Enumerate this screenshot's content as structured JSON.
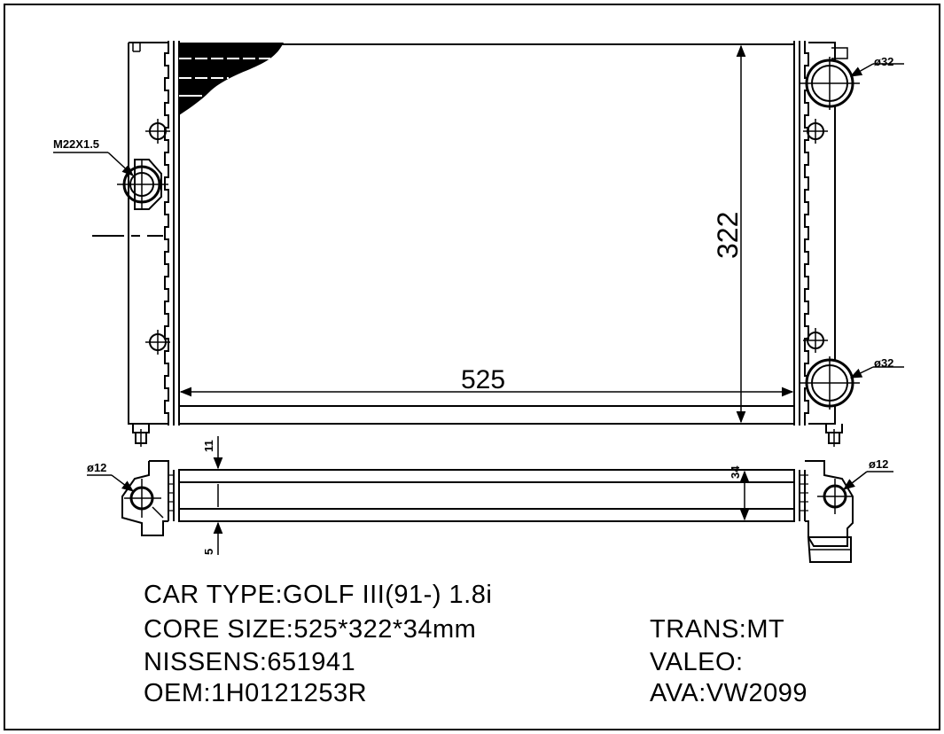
{
  "drawing": {
    "thread_label": "M22X1.5",
    "pipe_top_label": "ø32",
    "pipe_bottom_label": "ø32",
    "width_label": "525",
    "height_label": "322",
    "mount_left_label": "ø12",
    "mount_right_label": "ø12",
    "depth_label": "34",
    "tank_label": "11",
    "fin_label": "5"
  },
  "specs": {
    "car_type": "CAR TYPE:GOLF III(91-)  1.8i",
    "core_size": "CORE SIZE:525*322*34mm",
    "nissens": "NISSENS:651941",
    "oem": "OEM:1H0121253R",
    "trans": "TRANS:MT",
    "valeo": "VALEO:",
    "ava": "AVA:VW2099"
  },
  "colors": {
    "line": "#000000",
    "background": "#ffffff"
  }
}
